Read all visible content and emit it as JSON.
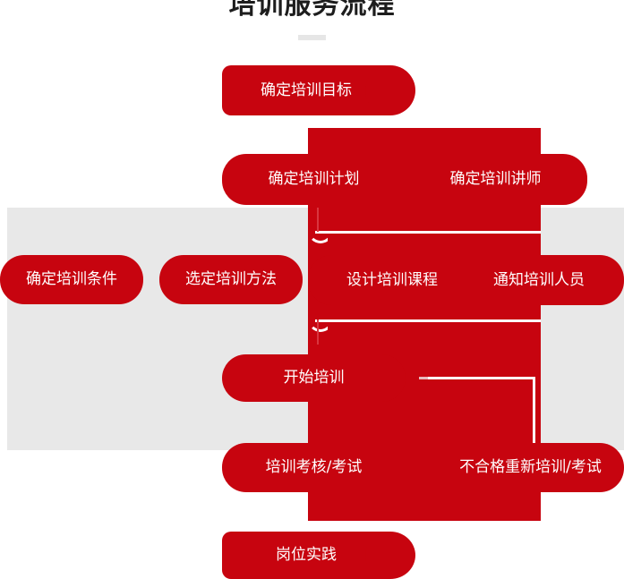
{
  "page": {
    "title": "培训服务流程",
    "background_color": "#ffffff",
    "accent_color": "#c7040f",
    "panel_color": "#e8e8e8",
    "text_color": "#ffffff"
  },
  "flow": {
    "steps": [
      {
        "id": "step-1",
        "label": "确定培训目标"
      },
      {
        "id": "step-2",
        "label": "确定培训计划"
      },
      {
        "id": "step-3",
        "label": "确定培训讲师"
      },
      {
        "id": "step-4",
        "label": "确定培训条件"
      },
      {
        "id": "step-5",
        "label": "选定培训方法"
      },
      {
        "id": "step-6",
        "label": "设计培训课程"
      },
      {
        "id": "step-7",
        "label": "通知培训人员"
      },
      {
        "id": "step-8",
        "label": "开始培训"
      },
      {
        "id": "step-9",
        "label": "培训考核/考试"
      },
      {
        "id": "step-10",
        "label": "不合格重新培训/考试"
      },
      {
        "id": "step-11",
        "label": "岗位实践"
      }
    ]
  }
}
